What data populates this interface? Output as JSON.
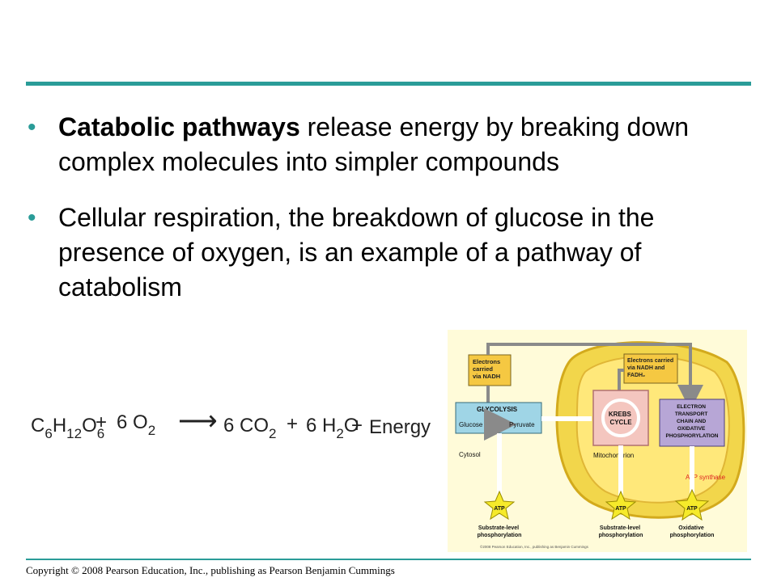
{
  "bullets": [
    {
      "bold": "Catabolic pathways",
      "text": " release energy by breaking down complex molecules into simpler compounds"
    },
    {
      "bold": "",
      "text": "Cellular respiration, the breakdown of glucose in the presence of oxygen, is an example of a pathway of catabolism"
    }
  ],
  "equation": {
    "reactant1": "C",
    "r1_sub1": "6",
    "r1_mid1": "H",
    "r1_sub2": "12",
    "r1_mid2": "O",
    "r1_sub3": "6",
    "plus1": "+",
    "reactant2": "6 O",
    "r2_sub": "2",
    "arrow": "⟶",
    "product1": "6 CO",
    "p1_sub": "2",
    "plus2": "+",
    "product2": "6 H",
    "p2_sub": "2",
    "product2_end": "O",
    "plus3": "+",
    "product3": "Energy"
  },
  "diagram": {
    "electrons_nadh_left": [
      "Electrons",
      "carried",
      "via NADH"
    ],
    "electrons_nadh_right": [
      "Electrons carried",
      "via NADH and",
      "FADH₂"
    ],
    "glycolysis": "GLYCOLYSIS",
    "glucose": "Glucose",
    "pyruvate": "Pyruvate",
    "krebs": [
      "KREBS",
      "CYCLE"
    ],
    "etc": [
      "ELECTRON",
      "TRANSPORT",
      "CHAIN AND",
      "OXIDATIVE",
      "PHOSPHORYLATION"
    ],
    "cytosol": "Cytosol",
    "mitochondrion": "Mitochondrion",
    "atp_synthase": "ATP synthase",
    "atp": "ATP",
    "substrate_level": [
      "Substrate-level",
      "phosphorylation"
    ],
    "oxidative": [
      "Oxidative",
      "phosphorylation"
    ],
    "inner_copyright": "©2008 Pearson Education, Inc., publishing as Benjamin Cummings"
  },
  "colors": {
    "accent": "#2a9c98",
    "mito_outer": "#f2d64b",
    "mito_inner": "#ffe87a",
    "box_blue": "#9fd5e6",
    "box_yellow": "#f5c842",
    "box_purple": "#b7a6d6",
    "atp_star": "#f6ea2a"
  },
  "copyright": "Copyright © 2008 Pearson Education, Inc., publishing as Pearson Benjamin Cummings"
}
